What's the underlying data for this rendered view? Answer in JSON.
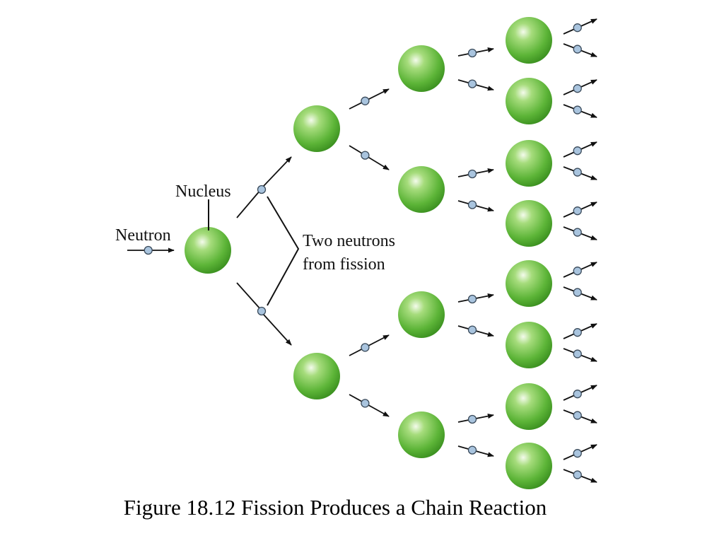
{
  "labels": {
    "neutron": "Neutron",
    "nucleus": "Nucleus",
    "two_neutrons_line1": "Two neutrons",
    "two_neutrons_line2": "from fission"
  },
  "caption": "Figure 18.12 Fission Produces a Chain Reaction",
  "colors": {
    "nucleus_light": "#e6f7d6",
    "nucleus_mid": "#7fca4f",
    "nucleus_dark": "#3e9a22",
    "neutron_fill": "#a9c4de",
    "neutron_stroke": "#3a4a5a",
    "arrow": "#111111"
  },
  "diagram": {
    "generations": [
      {
        "generation": 1,
        "nucleus_count": 1
      },
      {
        "generation": 2,
        "nucleus_count": 2
      },
      {
        "generation": 3,
        "nucleus_count": 4
      },
      {
        "generation": 4,
        "nucleus_count": 8
      }
    ],
    "neutrons_per_fission": 2
  }
}
